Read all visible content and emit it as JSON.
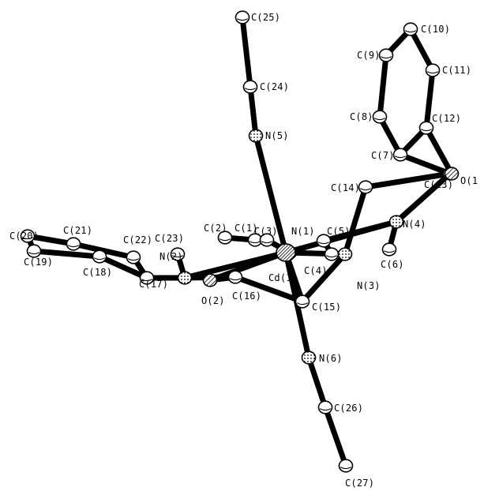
{
  "diagram": {
    "atoms": [
      {
        "id": "C25",
        "label": "C(25)",
        "style": "c"
      },
      {
        "id": "C24",
        "label": "C(24)",
        "style": "c"
      },
      {
        "id": "N5",
        "label": "N(5)",
        "style": "n"
      },
      {
        "id": "C10",
        "label": "C(10)",
        "style": "c"
      },
      {
        "id": "C9",
        "label": "C(9)",
        "style": "c"
      },
      {
        "id": "C11",
        "label": "C(11)",
        "style": "c"
      },
      {
        "id": "C8",
        "label": "C(8)",
        "style": "c"
      },
      {
        "id": "C12",
        "label": "C(12)",
        "style": "c"
      },
      {
        "id": "C7",
        "label": "C(7)",
        "style": "c"
      },
      {
        "id": "C14",
        "label": "C(14)",
        "style": "c"
      },
      {
        "id": "C13",
        "label": "C(13)",
        "style": "c"
      },
      {
        "id": "O1",
        "label": "O(1",
        "style": "o"
      },
      {
        "id": "N4",
        "label": "N(4)",
        "style": "n"
      },
      {
        "id": "C20",
        "label": "C(20)",
        "style": "c"
      },
      {
        "id": "C21",
        "label": "C(21)",
        "style": "c"
      },
      {
        "id": "C19",
        "label": "C(19)",
        "style": "c"
      },
      {
        "id": "C18",
        "label": "C(18)",
        "style": "c"
      },
      {
        "id": "C22",
        "label": "C(22)",
        "style": "c"
      },
      {
        "id": "C23",
        "label": "C(23)",
        "style": "c"
      },
      {
        "id": "C2",
        "label": "C(2)",
        "style": "c"
      },
      {
        "id": "C1",
        "label": "C(1)",
        "style": "c"
      },
      {
        "id": "C3",
        "label": "C(3)",
        "style": "c"
      },
      {
        "id": "N1",
        "label": "N(1)",
        "style": "n"
      },
      {
        "id": "C5",
        "label": "C(5)",
        "style": "c"
      },
      {
        "id": "N2",
        "label": "N(2)",
        "style": "n"
      },
      {
        "id": "C17",
        "label": "C(17)",
        "style": "c"
      },
      {
        "id": "O2",
        "label": "O(2)",
        "style": "o"
      },
      {
        "id": "C16",
        "label": "C(16)",
        "style": "c"
      },
      {
        "id": "Cd1",
        "label": "Cd(1)",
        "style": "cd"
      },
      {
        "id": "C4",
        "label": "C(4)",
        "style": "c"
      },
      {
        "id": "N3",
        "label": "N(3)",
        "style": "n"
      },
      {
        "id": "C6",
        "label": "C(6)",
        "style": "c"
      },
      {
        "id": "C15",
        "label": "C(15)",
        "style": "c"
      },
      {
        "id": "N6",
        "label": "N(6)",
        "style": "n"
      },
      {
        "id": "C26",
        "label": "C(26)",
        "style": "c"
      },
      {
        "id": "C27",
        "label": "C(27)",
        "style": "c"
      }
    ],
    "bonds": [
      [
        "C25",
        "C24"
      ],
      [
        "C24",
        "N5"
      ],
      [
        "N5",
        "Cd1"
      ],
      [
        "Cd1",
        "N6"
      ],
      [
        "N6",
        "C26"
      ],
      [
        "C26",
        "C27"
      ],
      [
        "C9",
        "C10"
      ],
      [
        "C10",
        "C11"
      ],
      [
        "C11",
        "C12"
      ],
      [
        "C12",
        "C7"
      ],
      [
        "C7",
        "C8"
      ],
      [
        "C8",
        "C9"
      ],
      [
        "C12",
        "O1"
      ],
      [
        "C7",
        "C13"
      ],
      [
        "C13",
        "C14"
      ],
      [
        "C13",
        "N4"
      ],
      [
        "C14",
        "N3"
      ],
      [
        "N4",
        "C6"
      ],
      [
        "N4",
        "C5"
      ],
      [
        "C5",
        "C4"
      ],
      [
        "C4",
        "N3"
      ],
      [
        "N3",
        "C15"
      ],
      [
        "C15",
        "C16"
      ],
      [
        "C15",
        "Cd1"
      ],
      [
        "C20",
        "C21"
      ],
      [
        "C21",
        "C22"
      ],
      [
        "C22",
        "C17"
      ],
      [
        "C17",
        "C18"
      ],
      [
        "C18",
        "C19"
      ],
      [
        "C19",
        "C20"
      ],
      [
        "C17",
        "N2"
      ],
      [
        "N2",
        "C23"
      ],
      [
        "N2",
        "C16"
      ],
      [
        "C16",
        "O2"
      ],
      [
        "O2",
        "Cd1"
      ],
      [
        "N2",
        "Cd1"
      ],
      [
        "C2",
        "C1"
      ],
      [
        "C1",
        "C3"
      ],
      [
        "C3",
        "N1"
      ],
      [
        "N1",
        "Cd1"
      ],
      [
        "N3",
        "Cd1"
      ],
      [
        "N4",
        "Cd1"
      ]
    ],
    "colors": {
      "ink": "#000000",
      "paper": "#ffffff"
    }
  }
}
